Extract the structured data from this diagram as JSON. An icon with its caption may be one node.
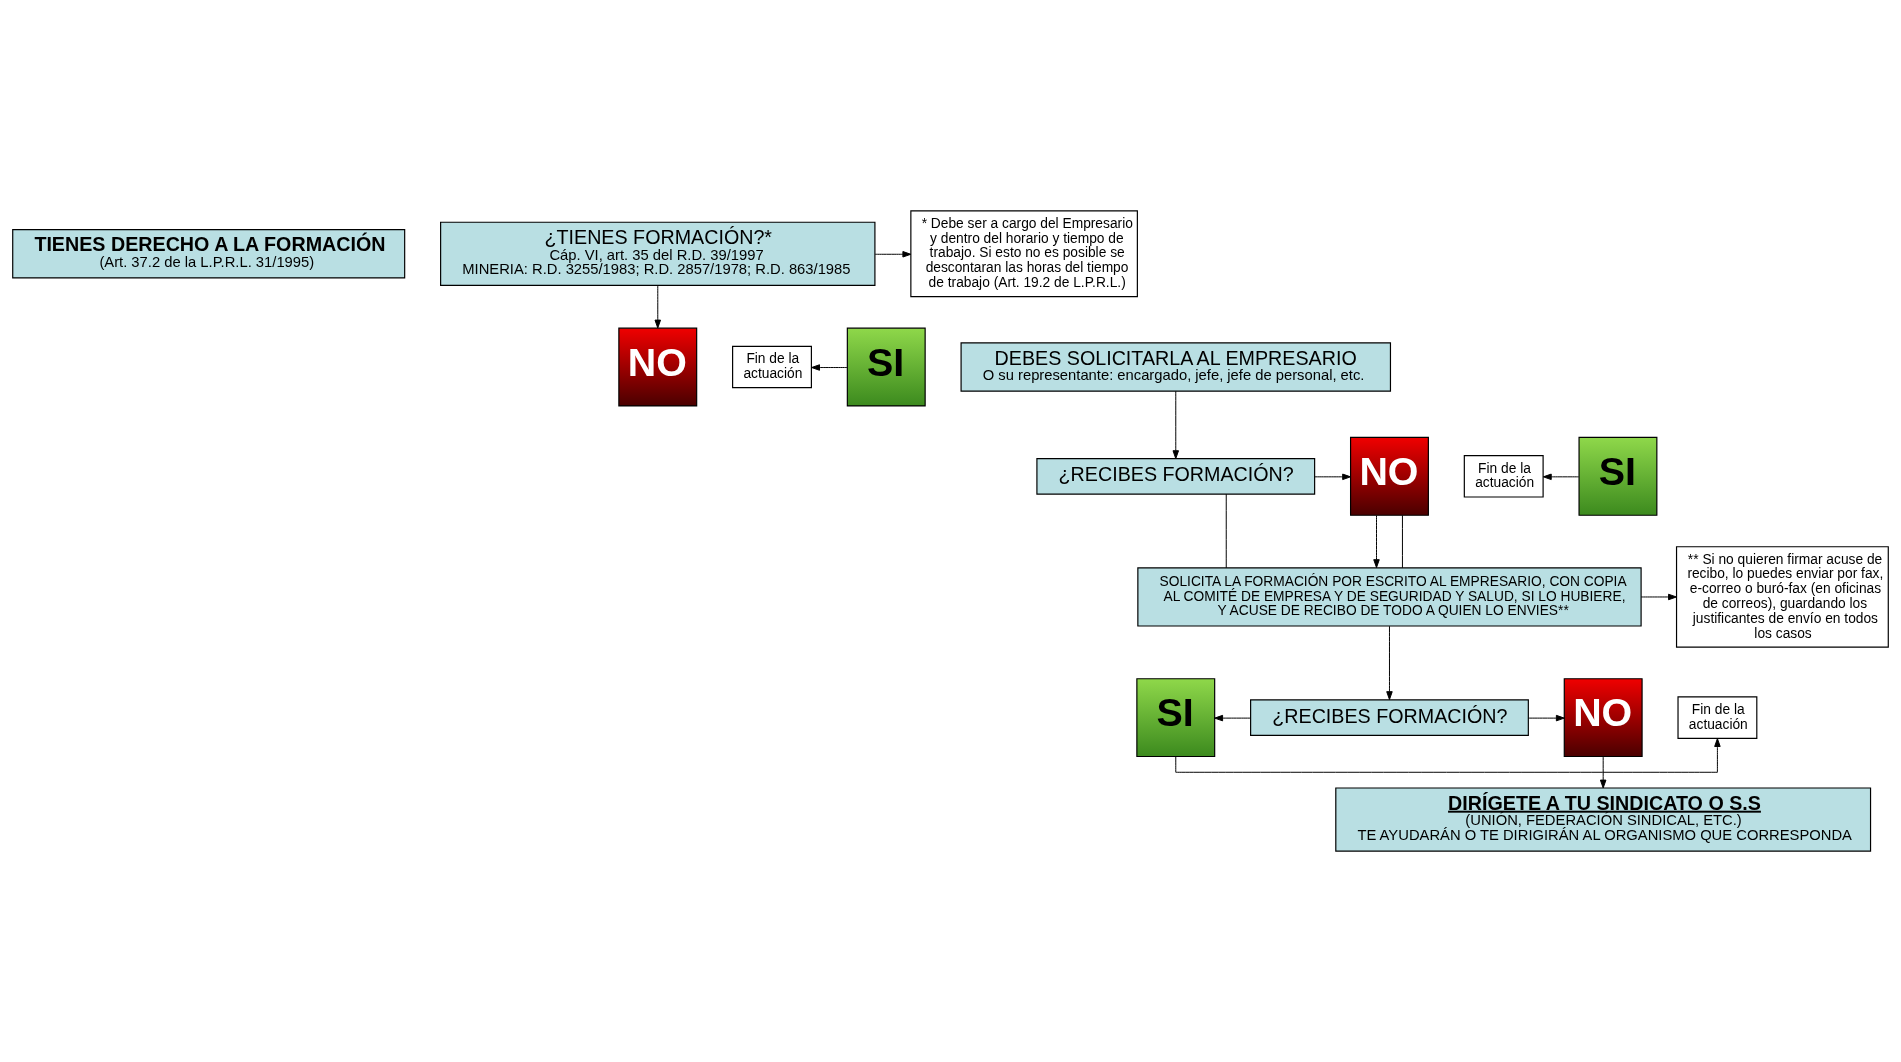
{
  "diagram": {
    "nodes": [
      {
        "text": [
          "TIENES DERECHO A LA FORMACIÓN",
          "(Art. 37.2 de la L.P.R.L. 31/1995)"
        ]
      },
      {
        "text": [
          "¿TIENES FORMACIÓN?*",
          "Cáp. VI, art. 35 del R.D. 39/1997",
          "MINERIA: R.D. 3255/1983; R.D. 2857/1978; R.D. 863/1985"
        ]
      },
      {
        "text": [
          "* Debe ser a cargo del Empresario y dentro del horario y tiempo de trabajo. Si esto no es posible se descontaran las horas del tiempo de trabajo (Art. 19.2 de L.P.R.L.)"
        ]
      },
      {
        "text": [
          "Fin de la actuación"
        ]
      },
      {
        "text": [
          "SI"
        ]
      },
      {
        "text": [
          "DEBES SOLICITARLA AL EMPRESARIO",
          "O su representante: encargado, jefe, jefe de personal, etc."
        ]
      },
      {
        "text": [
          "NO"
        ]
      },
      {
        "text": [
          "Fin de la actuación"
        ]
      },
      {
        "text": [
          "SI"
        ]
      },
      {
        "text": [
          "¿RECIBES FORMACIÓN?"
        ]
      },
      {
        "text": [
          "NO"
        ]
      },
      {
        "text": [
          "** Si no quieren firmar acuse de recibo, lo puedes enviar por fax, e-correo o buró-fax (en oficinas de correos), guardando los justificantes de envío en todos los casos"
        ]
      },
      {
        "text": [
          "SOLICITA LA FORMACIÓN POR ESCRITO AL EMPRESARIO, CON COPIA AL COMITÉ DE EMPRESA Y DE SEGURIDAD Y SALUD, SI LO HUBIERE, Y ACUSE DE RECIBO DE TODO A QUIEN LO ENVIES**"
        ]
      },
      {
        "text": [
          "Fin de la actuación"
        ]
      },
      {
        "text": [
          "SI"
        ]
      },
      {
        "text": [
          "¿RECIBES FORMACIÓN?"
        ]
      },
      {
        "text": [
          "NO"
        ]
      },
      {
        "text": [
          "DIRÍGETE A TU SINDICATO O S.S",
          "(UNIÓN, FEDERACIÓN SINDICAL, ETC.)",
          "TE AYUDARÁN O TE DIRIGIRÁN AL ORGANISMO QUE CORRESPONDA"
        ]
      }
    ],
    "edges": [
      {
        "from": 1,
        "to": 2,
        "arrow": "to"
      },
      {
        "from": 1,
        "to": 6,
        "arrow": "to"
      },
      {
        "from": 4,
        "to": 3,
        "arrow": "to"
      },
      {
        "from": 8,
        "to": 7,
        "arrow": "to"
      },
      {
        "from": 5,
        "to": 9,
        "arrow": "to"
      },
      {
        "from": 9,
        "to": 10,
        "arrow": "to"
      },
      {
        "from": 9,
        "to": 12,
        "arrow": "none"
      },
      {
        "from": 12,
        "to": 10,
        "arrow": "none"
      },
      {
        "from": 10,
        "to": 12,
        "arrow": "to"
      },
      {
        "from": 12,
        "to": 11,
        "arrow": "to"
      },
      {
        "from": 12,
        "to": 15,
        "arrow": "to"
      },
      {
        "from": 15,
        "to": 14,
        "arrow": "to"
      },
      {
        "from": 14,
        "to": 13,
        "arrow": "to"
      },
      {
        "from": 15,
        "to": 16,
        "arrow": "to"
      },
      {
        "from": 16,
        "to": 17,
        "arrow": "to"
      }
    ]
  }
}
